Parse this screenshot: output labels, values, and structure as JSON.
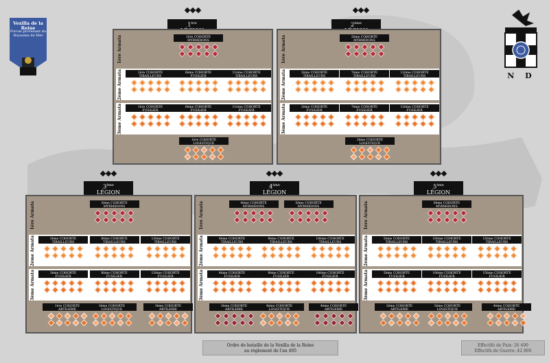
{
  "colors": {
    "myrmidons": "#b02a35",
    "tirailleurs": "#f08a37",
    "fusilier": "#e97227",
    "artilerie": "#e5732a",
    "logistique": "#ec7a31",
    "artilerie_dark": "#8e2433",
    "logistique_light": "#f3a979"
  },
  "crest": {
    "title": "Vexilla de la Reine",
    "subtitle": "Forces provenant du Royaume de Mer"
  },
  "logo": {
    "text": "N D"
  },
  "footer": {
    "line1": "Ordre de bataille de la Vexilla de la Reine",
    "line2": "au règlement de l'an 405"
  },
  "stats": {
    "line1": "Effectifs de Paix: 26 400",
    "line2": "Effectifs de Guerre: 42 800"
  },
  "legions": [
    {
      "num": "1",
      "sup": "ère",
      "word": "Légion",
      "armatas": [
        {
          "num": "1",
          "sup": "ère",
          "word": "Armata",
          "cohorts": [
            {
              "num": "1",
              "sup": "ère",
              "word": "Cohorte",
              "type": "Myrmidons",
              "units": "m10"
            }
          ]
        },
        {
          "num": "2",
          "sup": "ème",
          "word": "Armata",
          "cohorts": [
            {
              "num": "1",
              "sup": "ère",
              "word": "Cohorte",
              "type": "Tirailleurs",
              "units": "t10"
            },
            {
              "num": "6",
              "sup": "ème",
              "word": "Cohorte",
              "type": "Fusilier",
              "units": "t10"
            },
            {
              "num": "11",
              "sup": "ème",
              "word": "Cohorte",
              "type": "Tirailleurs",
              "units": "t10"
            }
          ]
        },
        {
          "num": "3",
          "sup": "ème",
          "word": "Armata",
          "cohorts": [
            {
              "num": "1",
              "sup": "ère",
              "word": "Cohorte",
              "type": "Fusilier",
              "units": "f10"
            },
            {
              "num": "6",
              "sup": "ème",
              "word": "Cohorte",
              "type": "Fusilier",
              "units": "f10"
            },
            {
              "num": "11",
              "sup": "ème",
              "word": "Cohorte",
              "type": "Fusilier",
              "units": "f10"
            }
          ]
        }
      ],
      "extra": [
        {
          "num": "1",
          "sup": "ère",
          "word": "Cohorte",
          "type": "Logistique",
          "units": "l10"
        }
      ]
    },
    {
      "num": "2",
      "sup": "ème",
      "word": "Légion",
      "armatas": [
        {
          "num": "1",
          "sup": "ère",
          "word": "Armata",
          "cohorts": [
            {
              "num": "2",
              "sup": "ème",
              "word": "Cohorte",
              "type": "Myrmidons",
              "units": "m10"
            }
          ]
        },
        {
          "num": "2",
          "sup": "ème",
          "word": "Armata",
          "cohorts": [
            {
              "num": "2",
              "sup": "ème",
              "word": "Cohorte",
              "type": "Tirailleurs",
              "units": "t10"
            },
            {
              "num": "7",
              "sup": "ème",
              "word": "Cohorte",
              "type": "Tirailleurs",
              "units": "t10"
            },
            {
              "num": "12",
              "sup": "ème",
              "word": "Cohorte",
              "type": "Tirailleurs",
              "units": "t10"
            }
          ]
        },
        {
          "num": "3",
          "sup": "ème",
          "word": "Armata",
          "cohorts": [
            {
              "num": "2",
              "sup": "ème",
              "word": "Cohorte",
              "type": "Fusilier",
              "units": "f10"
            },
            {
              "num": "7",
              "sup": "ème",
              "word": "Cohorte",
              "type": "Fusilier",
              "units": "f10"
            },
            {
              "num": "12",
              "sup": "ème",
              "word": "Cohorte",
              "type": "Fusilier",
              "units": "f10"
            }
          ]
        }
      ],
      "extra": [
        {
          "num": "2",
          "sup": "ème",
          "word": "Cohorte",
          "type": "Logistique",
          "units": "l10"
        }
      ]
    },
    {
      "num": "3",
      "sup": "ème",
      "word": "Légion",
      "armatas": [
        {
          "num": "1",
          "sup": "ère",
          "word": "Armata",
          "cohorts": [
            {
              "num": "3",
              "sup": "ème",
              "word": "Cohorte",
              "type": "Myrmidons",
              "units": "m10"
            }
          ]
        },
        {
          "num": "2",
          "sup": "ème",
          "word": "Armata",
          "cohorts": [
            {
              "num": "3",
              "sup": "ème",
              "word": "Cohorte",
              "type": "Tirailleurs",
              "units": "t10"
            },
            {
              "num": "8",
              "sup": "ème",
              "word": "Cohorte",
              "type": "Tirailleurs",
              "units": "t10"
            },
            {
              "num": "13",
              "sup": "ème",
              "word": "Cohorte",
              "type": "Tirailleurs",
              "units": "t10"
            }
          ]
        },
        {
          "num": "3",
          "sup": "ème",
          "word": "Armata",
          "cohorts": [
            {
              "num": "3",
              "sup": "ème",
              "word": "Cohorte",
              "type": "Fusilier",
              "units": "f10"
            },
            {
              "num": "8",
              "sup": "ème",
              "word": "Cohorte",
              "type": "Fusilier",
              "units": "f10"
            },
            {
              "num": "13",
              "sup": "ème",
              "word": "Cohorte",
              "type": "Fusilier",
              "units": "f10"
            }
          ]
        }
      ],
      "extra": [
        {
          "num": "1",
          "sup": "ère",
          "word": "Cohorte",
          "type": "Artilerie",
          "units": "a10"
        },
        {
          "num": "3",
          "sup": "ème",
          "word": "Cohorte",
          "type": "Logistique",
          "units": "l10"
        },
        {
          "num": "3",
          "sup": "ème",
          "word": "Cohorte",
          "type": "Artilerie",
          "units": "a10"
        }
      ]
    },
    {
      "num": "4",
      "sup": "ème",
      "word": "Légion",
      "armatas": [
        {
          "num": "1",
          "sup": "ère",
          "word": "Armata",
          "cohorts": [
            {
              "num": "4",
              "sup": "ème",
              "word": "Cohorte",
              "type": "Myrmidons",
              "units": "m10"
            },
            {
              "num": "5",
              "sup": "ème",
              "word": "Cohorte",
              "type": "Myrmidons",
              "units": "m10"
            }
          ]
        },
        {
          "num": "2",
          "sup": "ème",
          "word": "Armata",
          "cohorts": [
            {
              "num": "4",
              "sup": "ème",
              "word": "Cohorte",
              "type": "Tirailleurs",
              "units": "t10"
            },
            {
              "num": "9",
              "sup": "ème",
              "word": "Cohorte",
              "type": "Tirailleurs",
              "units": "t10"
            },
            {
              "num": "14",
              "sup": "ème",
              "word": "Cohorte",
              "type": "Tirailleurs",
              "units": "t10"
            }
          ]
        },
        {
          "num": "3",
          "sup": "ème",
          "word": "Armata",
          "cohorts": [
            {
              "num": "4",
              "sup": "ème",
              "word": "Cohorte",
              "type": "Fusilier",
              "units": "f10"
            },
            {
              "num": "9",
              "sup": "ème",
              "word": "Cohorte",
              "type": "Fusilier",
              "units": "f10"
            },
            {
              "num": "14",
              "sup": "ème",
              "word": "Cohorte",
              "type": "Fusilier",
              "units": "f10"
            }
          ]
        }
      ],
      "extra": [
        {
          "num": "3",
          "sup": "ème",
          "word": "Cohorte",
          "type": "Artilerie",
          "units": "d10"
        },
        {
          "num": "4",
          "sup": "ème",
          "word": "Cohorte",
          "type": "Logistique",
          "units": "l10"
        },
        {
          "num": "4",
          "sup": "ème",
          "word": "Cohorte",
          "type": "Artilerie",
          "units": "d10"
        }
      ]
    },
    {
      "num": "5",
      "sup": "ème",
      "word": "Légion",
      "armatas": [
        {
          "num": "1",
          "sup": "ère",
          "word": "Armata",
          "cohorts": [
            {
              "num": "6",
              "sup": "ème",
              "word": "Cohorte",
              "type": "Myrmidons",
              "units": "m10"
            }
          ]
        },
        {
          "num": "2",
          "sup": "ème",
          "word": "Armata",
          "cohorts": [
            {
              "num": "5",
              "sup": "ème",
              "word": "Cohorte",
              "type": "Tirailleurs",
              "units": "t10"
            },
            {
              "num": "10",
              "sup": "ème",
              "word": "Cohorte",
              "type": "Tirailleurs",
              "units": "t10"
            },
            {
              "num": "15",
              "sup": "ème",
              "word": "Cohorte",
              "type": "Tirailleurs",
              "units": "t10"
            }
          ]
        },
        {
          "num": "3",
          "sup": "ème",
          "word": "Armata",
          "cohorts": [
            {
              "num": "5",
              "sup": "ème",
              "word": "Cohorte",
              "type": "Fusilier",
              "units": "f10"
            },
            {
              "num": "10",
              "sup": "ème",
              "word": "Cohorte",
              "type": "Fusilier",
              "units": "f10"
            },
            {
              "num": "15",
              "sup": "ème",
              "word": "Cohorte",
              "type": "Fusilier",
              "units": "f10"
            }
          ]
        }
      ],
      "extra": [
        {
          "num": "2",
          "sup": "ème",
          "word": "Cohorte",
          "type": "Artilerie",
          "units": "a10"
        },
        {
          "num": "5",
          "sup": "ème",
          "word": "Cohorte",
          "type": "Logistique",
          "units": "l10"
        },
        {
          "num": "4",
          "sup": "ème",
          "word": "Cohorte",
          "type": "Artilerie",
          "units": "a10"
        }
      ]
    }
  ]
}
